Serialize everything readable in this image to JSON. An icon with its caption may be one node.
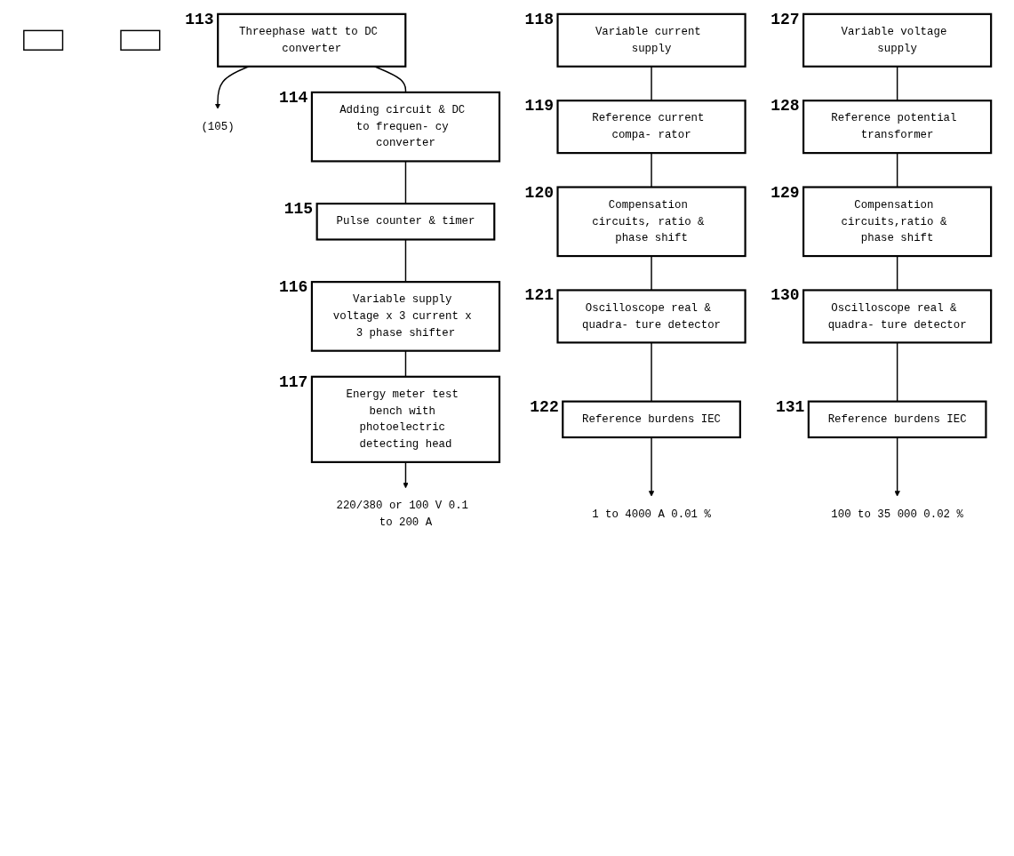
{
  "diagram": {
    "nodes": [
      {
        "text": [],
        "shape": "box"
      },
      {
        "text": [],
        "shape": "box"
      },
      {
        "text": [
          "Threephase watt to DC converter"
        ],
        "beside": [
          "113"
        ]
      },
      {
        "text": [
          "(105)"
        ]
      },
      {
        "text": [
          "Adding circuit & DC to frequen- cy converter"
        ],
        "beside": [
          "114"
        ]
      },
      {
        "text": [
          "Pulse counter & timer"
        ],
        "beside": [
          "115"
        ]
      },
      {
        "text": [
          "Variable supply voltage x 3 current x 3 phase shifter"
        ],
        "beside": [
          "116"
        ]
      },
      {
        "text": [
          "Energy meter test bench with photoelectric detecting head"
        ],
        "beside": [
          "117"
        ]
      },
      {
        "text": [
          "220/380 or 100 V 0.1 to 200 A"
        ]
      },
      {
        "text": [
          "Variable current supply"
        ],
        "beside": [
          "118"
        ]
      },
      {
        "text": [
          "Reference current compa- rator"
        ],
        "beside": [
          "119"
        ]
      },
      {
        "text": [
          "Compensation circuits, ratio & phase shift"
        ],
        "beside": [
          "120"
        ]
      },
      {
        "text": [
          "Oscilloscope real & quadra- ture detector"
        ],
        "beside": [
          "121"
        ]
      },
      {
        "text": [
          "Reference burdens IEC"
        ],
        "beside": [
          "122"
        ]
      },
      {
        "text": [
          "1 to 4000 A 0.01 %"
        ]
      },
      {
        "text": [
          "Variable voltage supply"
        ],
        "beside": [
          "127"
        ]
      },
      {
        "text": [
          "Reference potential transformer"
        ],
        "beside": [
          "128"
        ]
      },
      {
        "text": [
          "Compensation circuits,ratio & phase shift"
        ],
        "beside": [
          "129"
        ]
      },
      {
        "text": [
          "Oscilloscope real & quadra- ture detector"
        ],
        "beside": [
          "130"
        ]
      },
      {
        "text": [
          "Reference burdens IEC"
        ],
        "beside": [
          "131"
        ]
      },
      {
        "text": [
          "100 to 35 000 0.02 %"
        ]
      }
    ],
    "edges": [
      {
        "from": 2,
        "to": 4,
        "arrow": "none"
      },
      {
        "from": 2,
        "to": 3,
        "arrow": "to"
      },
      {
        "from": 4,
        "to": 5,
        "arrow": "none"
      },
      {
        "from": 5,
        "to": 6,
        "arrow": "none"
      },
      {
        "from": 6,
        "to": 7,
        "arrow": "none"
      },
      {
        "from": 7,
        "to": 8,
        "arrow": "to"
      },
      {
        "from": 9,
        "to": 10,
        "arrow": "none"
      },
      {
        "from": 10,
        "to": 11,
        "arrow": "none"
      },
      {
        "from": 11,
        "to": 12,
        "arrow": "none"
      },
      {
        "from": 12,
        "to": 13,
        "arrow": "none"
      },
      {
        "from": 13,
        "to": 14,
        "arrow": "to"
      },
      {
        "from": 15,
        "to": 16,
        "arrow": "none"
      },
      {
        "from": 16,
        "to": 17,
        "arrow": "none"
      },
      {
        "from": 17,
        "to": 18,
        "arrow": "none"
      },
      {
        "from": 18,
        "to": 19,
        "arrow": "none"
      },
      {
        "from": 19,
        "to": 20,
        "arrow": "to"
      }
    ]
  }
}
